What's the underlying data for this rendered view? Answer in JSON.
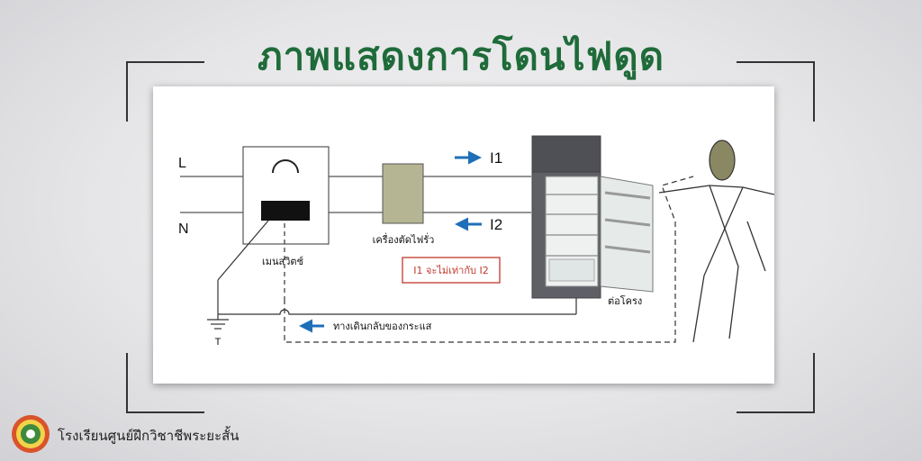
{
  "title": "ภาพแสดงการโดนไฟดูด",
  "diagram": {
    "line_label": "L",
    "neutral_label": "N",
    "current_in": "I1",
    "current_out": "I2",
    "main_switch_label": "เมนสวิตช์",
    "rcd_label": "เครื่องตัดไฟรั่ว",
    "note": "I1 จะไม่เท่ากับ I2",
    "frame_label": "ต่อโครง",
    "return_path_label": "ทางเดินกลับของกระแส",
    "ground_label": "T",
    "arrow_color": "#1e6fb8",
    "note_border_color": "#c0392b",
    "note_text_color": "#c0392b"
  },
  "footer": {
    "school_name": "โรงเรียนศูนย์ฝึกวิชาชีพระยะสั้น"
  },
  "colors": {
    "title": "#1f6b3a",
    "rcd_fill": "#b6b593",
    "head_fill": "#8a8863"
  }
}
